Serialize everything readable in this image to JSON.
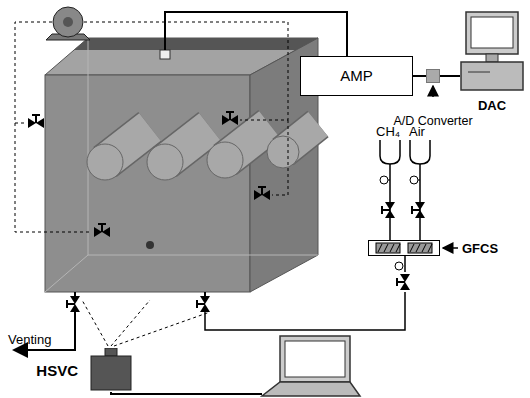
{
  "diagram": {
    "nodes": [
      {
        "text": [
          "AMP"
        ]
      },
      {
        "text": [
          "A/D Converter"
        ]
      },
      {
        "text": [
          "DAC"
        ]
      },
      {
        "text": [
          "GFCS"
        ]
      },
      {
        "text": [
          "HSVC"
        ]
      }
    ],
    "edges": [
      {
        "from": 0,
        "to": 1,
        "arrow": "none"
      },
      {
        "from": 1,
        "to": 2,
        "arrow": "none"
      }
    ],
    "labels": [
      "CH₄",
      "Air",
      "Venting"
    ]
  }
}
